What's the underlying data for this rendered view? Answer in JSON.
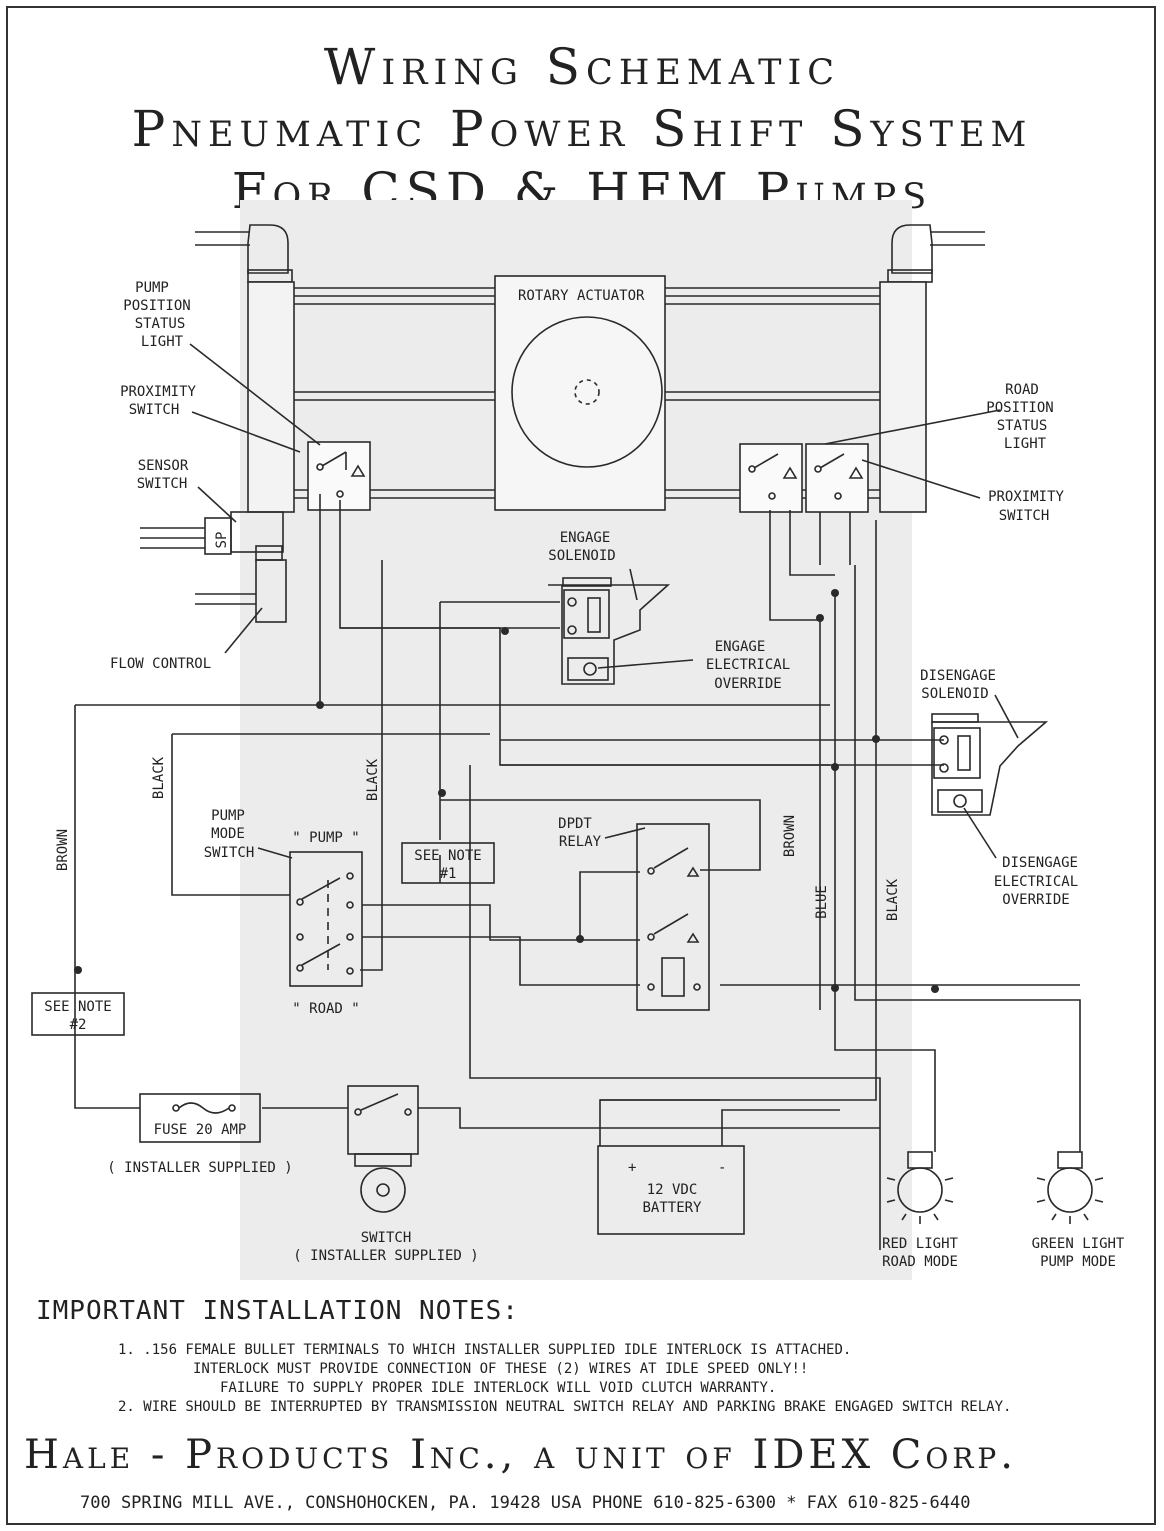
{
  "title": {
    "line1": "Wiring Schematic",
    "line2": "Pneumatic Power Shift System",
    "line3": "For CSD & HFM Pumps"
  },
  "labels": {
    "pump_position_status_light": [
      "PUMP",
      "POSITION",
      "STATUS",
      "LIGHT"
    ],
    "proximity_switch_left": [
      "PROXIMITY",
      "SWITCH"
    ],
    "sensor_switch": [
      "SENSOR",
      "SWITCH"
    ],
    "flow_control": "FLOW CONTROL",
    "rotary_actuator": "ROTARY ACTUATOR",
    "road_position_status_light": [
      "ROAD",
      "POSITION",
      "STATUS",
      "LIGHT"
    ],
    "proximity_switch_right": [
      "PROXIMITY",
      "SWITCH"
    ],
    "engage_solenoid": [
      "ENGAGE",
      "SOLENOID"
    ],
    "engage_override": [
      "ENGAGE",
      "ELECTRICAL",
      "OVERRIDE"
    ],
    "disengage_solenoid": [
      "DISENGAGE",
      "SOLENOID"
    ],
    "disengage_override": [
      "DISENGAGE",
      "ELECTRICAL",
      "OVERRIDE"
    ],
    "dpdt_relay": [
      "DPDT",
      "RELAY"
    ],
    "pump_mode_switch": [
      "PUMP",
      "MODE",
      "SWITCH"
    ],
    "pump_pos": "\" PUMP \"",
    "road_pos": "\" ROAD \"",
    "see_note_1": [
      "SEE NOTE",
      "#1"
    ],
    "see_note_2": [
      "SEE NOTE",
      "#2"
    ],
    "fuse": "FUSE 20 AMP",
    "installer_supplied": "( INSTALLER SUPPLIED )",
    "switch": [
      "SWITCH",
      "( INSTALLER SUPPLIED )"
    ],
    "battery": [
      "12 VDC",
      "BATTERY"
    ],
    "battery_plus": "+",
    "battery_minus": "-",
    "red_light": [
      "RED LIGHT",
      "ROAD MODE"
    ],
    "green_light": [
      "GREEN LIGHT",
      "PUMP MODE"
    ],
    "sp": "SP",
    "wire_black_left": "BLACK",
    "wire_black_mid": "BLACK",
    "wire_brown_left": "BROWN",
    "wire_brown_right": "BROWN",
    "wire_blue": "BLUE",
    "wire_black_right": "BLACK"
  },
  "notes": {
    "heading": "IMPORTANT INSTALLATION NOTES:",
    "n1a": "1. .156 FEMALE BULLET TERMINALS TO WHICH INSTALLER SUPPLIED IDLE INTERLOCK IS ATTACHED.",
    "n1b": "INTERLOCK MUST PROVIDE CONNECTION OF THESE (2) WIRES AT IDLE SPEED ONLY!!",
    "n1c": "FAILURE TO SUPPLY PROPER IDLE INTERLOCK WILL VOID CLUTCH WARRANTY.",
    "n2": "2. WIRE SHOULD BE INTERRUPTED BY TRANSMISSION NEUTRAL SWITCH RELAY AND PARKING BRAKE ENGAGED SWITCH RELAY."
  },
  "footer": {
    "company": "Hale - Products   Inc.,  a  unit of  IDEX  Corp.",
    "address": "700 SPRING MILL AVE., CONSHOHOCKEN, PA. 19428 USA  PHONE 610-825-6300 * FAX 610-825-6440"
  }
}
